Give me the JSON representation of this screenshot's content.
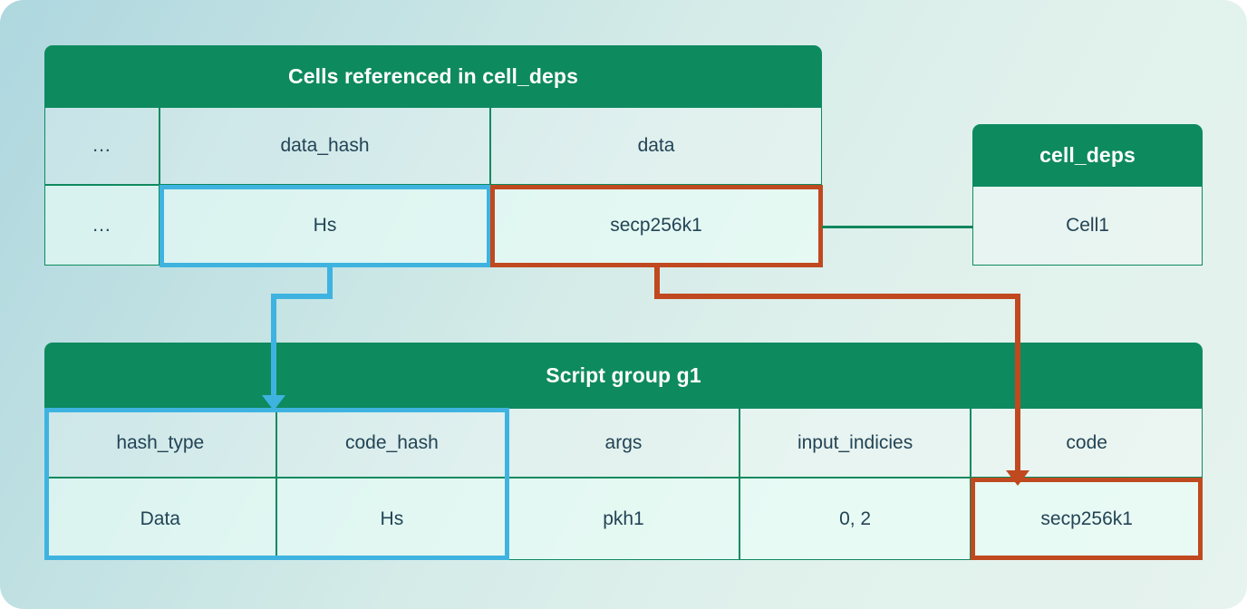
{
  "diagram": {
    "title_hidden": "CKB script group / cell_deps relation diagram",
    "colors": {
      "header_green": "#0e8a5f",
      "highlight_blue": "#3fb3e0",
      "highlight_red": "#c0491f",
      "grid_green": "#0e8a5f",
      "text": "#234455",
      "bg_start": "#aed7df",
      "bg_end": "#e6f3ee"
    }
  },
  "cells_table": {
    "title": "Cells referenced in cell_deps",
    "columns": [
      "...",
      "data_hash",
      "data"
    ],
    "rows": [
      {
        "cells": [
          "...",
          "data_hash",
          "data"
        ],
        "kind": "header"
      },
      {
        "cells": [
          "...",
          "Hs",
          "secp256k1"
        ],
        "kind": "value"
      }
    ]
  },
  "cell_deps_box": {
    "title": "cell_deps",
    "rows": [
      {
        "value": "Cell1"
      }
    ]
  },
  "script_group_table": {
    "title": "Script group g1",
    "columns": [
      "hash_type",
      "code_hash",
      "args",
      "input_indicies",
      "code"
    ],
    "values": [
      "Data",
      "Hs",
      "pkh1",
      "0, 2",
      "secp256k1"
    ]
  },
  "connectors": [
    {
      "name": "hs-to-code-hash",
      "color": "#3fb3e0",
      "from": "Hs (data_hash)",
      "to": "code_hash column"
    },
    {
      "name": "secp256k1-to-code",
      "color": "#c0491f",
      "from": "secp256k1 (data)",
      "to": "code value cell"
    },
    {
      "name": "data-cell-to-cell-deps",
      "color": "#11865d",
      "from": "secp256k1 row",
      "to": "Cell1"
    }
  ]
}
